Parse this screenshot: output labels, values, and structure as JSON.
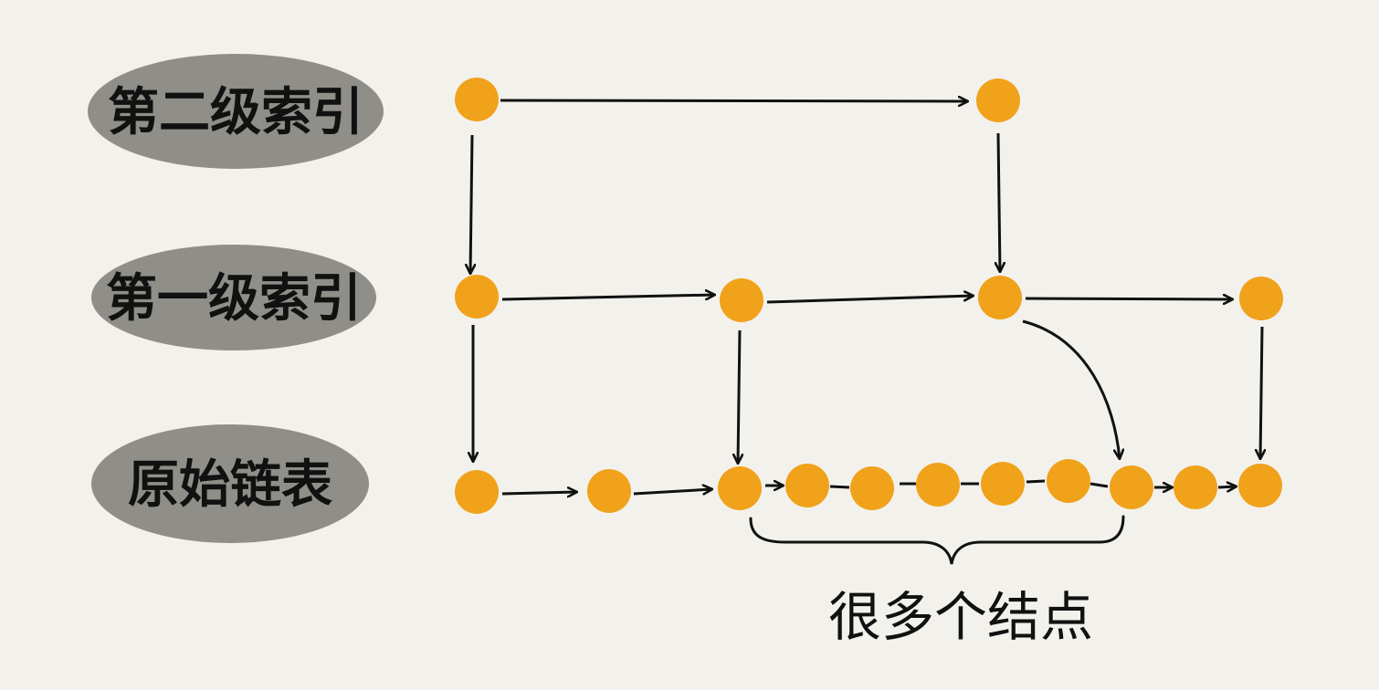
{
  "diagram": {
    "colors": {
      "background": "#f3f1ec",
      "node": "#f0a21b",
      "label_blob": "#8f8e88",
      "ink": "#111111"
    },
    "levels": [
      {
        "id": "index2",
        "label": "第二级索引"
      },
      {
        "id": "index1",
        "label": "第一级索引"
      },
      {
        "id": "base",
        "label": "原始链表"
      }
    ],
    "brace_label": "很多个结点"
  }
}
